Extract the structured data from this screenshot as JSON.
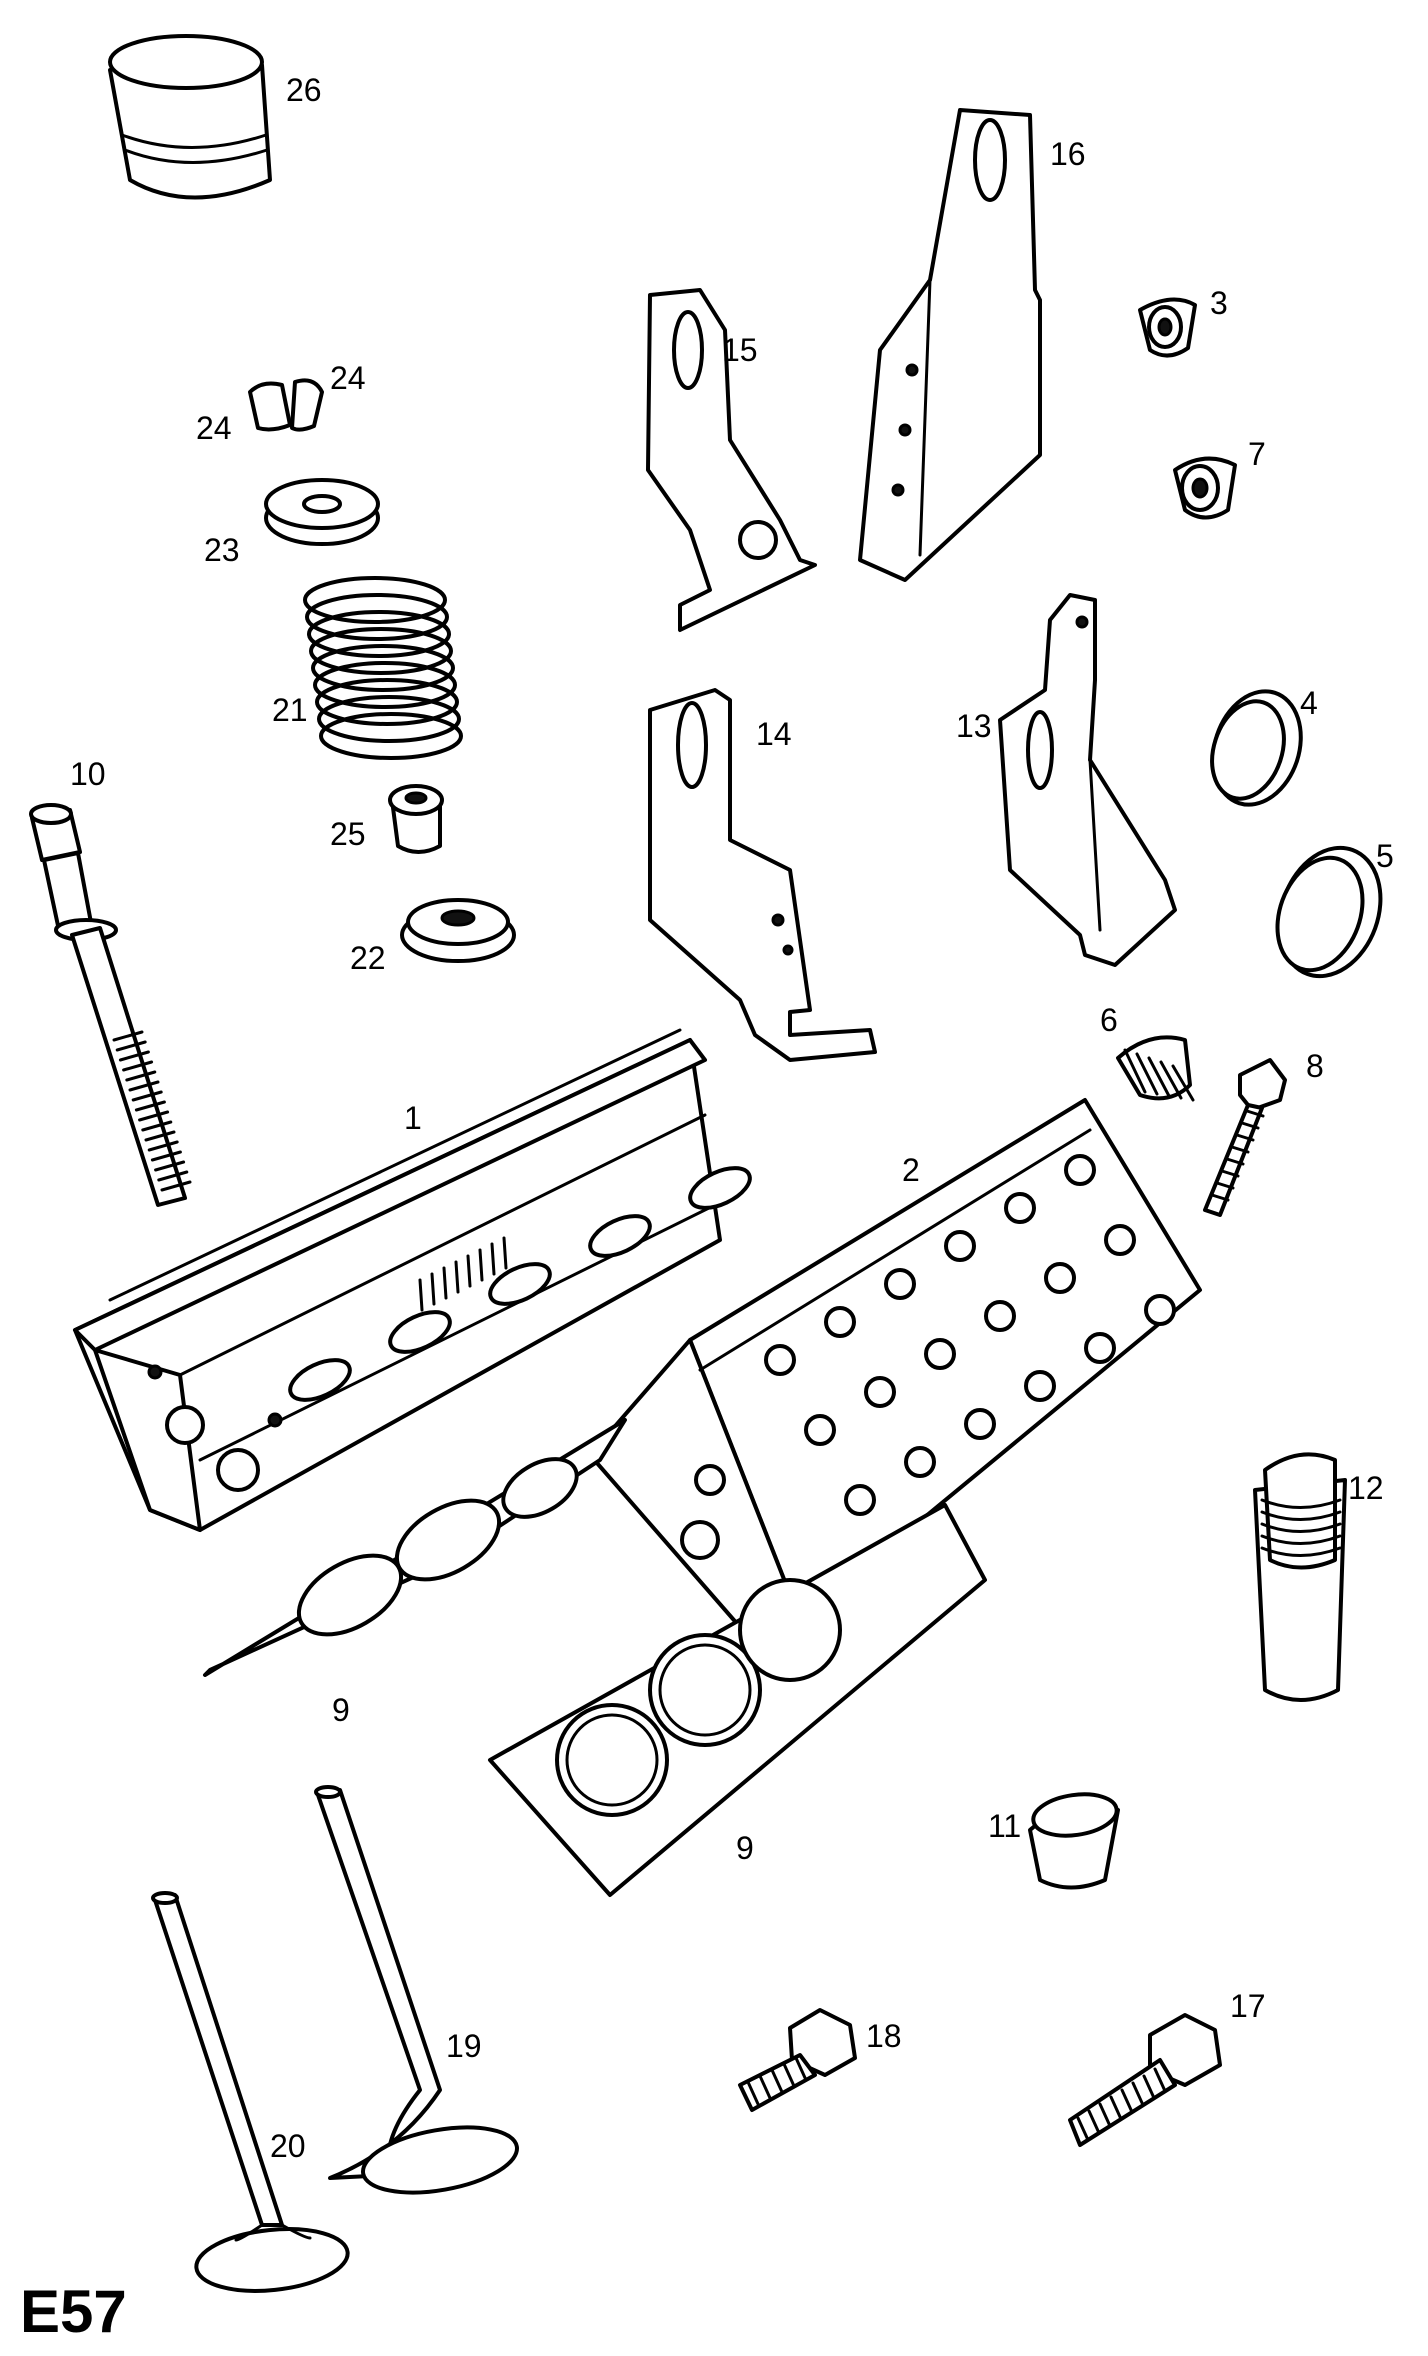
{
  "diagram_code": "E57",
  "parts": [
    {
      "key": "p1",
      "label": "1"
    },
    {
      "key": "p2",
      "label": "2"
    },
    {
      "key": "p3",
      "label": "3"
    },
    {
      "key": "p4",
      "label": "4"
    },
    {
      "key": "p5",
      "label": "5"
    },
    {
      "key": "p6",
      "label": "6"
    },
    {
      "key": "p7",
      "label": "7"
    },
    {
      "key": "p8",
      "label": "8"
    },
    {
      "key": "p9a",
      "label": "9"
    },
    {
      "key": "p9b",
      "label": "9"
    },
    {
      "key": "p10",
      "label": "10"
    },
    {
      "key": "p11",
      "label": "11"
    },
    {
      "key": "p12",
      "label": "12"
    },
    {
      "key": "p13",
      "label": "13"
    },
    {
      "key": "p14",
      "label": "14"
    },
    {
      "key": "p15",
      "label": "15"
    },
    {
      "key": "p16",
      "label": "16"
    },
    {
      "key": "p17",
      "label": "17"
    },
    {
      "key": "p18",
      "label": "18"
    },
    {
      "key": "p19",
      "label": "19"
    },
    {
      "key": "p20",
      "label": "20"
    },
    {
      "key": "p21",
      "label": "21"
    },
    {
      "key": "p22",
      "label": "22"
    },
    {
      "key": "p23",
      "label": "23"
    },
    {
      "key": "p24a",
      "label": "24"
    },
    {
      "key": "p24b",
      "label": "24"
    },
    {
      "key": "p25",
      "label": "25"
    },
    {
      "key": "p26",
      "label": "26"
    }
  ]
}
